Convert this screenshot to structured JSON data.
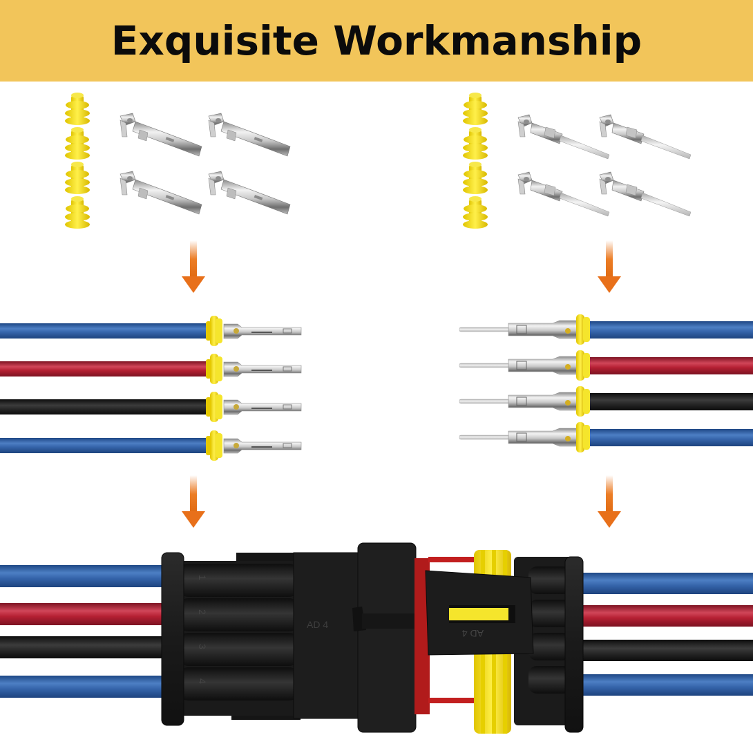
{
  "banner": {
    "title": "Exquisite Workmanship",
    "background_color": "#f2c55a"
  },
  "colors": {
    "wire_blue": "#2f5fa3",
    "wire_red": "#b52033",
    "wire_black": "#2a2a2a",
    "seal_yellow": "#f3e21a",
    "arrow_orange": "#e8731a",
    "connector_black": "#1c1c1c",
    "lock_red": "#c21f1f"
  },
  "top_left_parts": {
    "seals_count": 4,
    "terminal_type": "female terminal",
    "terminals_count": 4
  },
  "top_right_parts": {
    "seals_count": 4,
    "terminal_type": "male pin terminal",
    "terminals_count": 4
  },
  "wire_order": [
    "blue",
    "red",
    "black",
    "blue"
  ],
  "connector": {
    "female_housing_marking": "AD 4",
    "male_housing_marking": "AD 4",
    "pin_numbers": [
      "1",
      "2",
      "3",
      "4"
    ]
  }
}
